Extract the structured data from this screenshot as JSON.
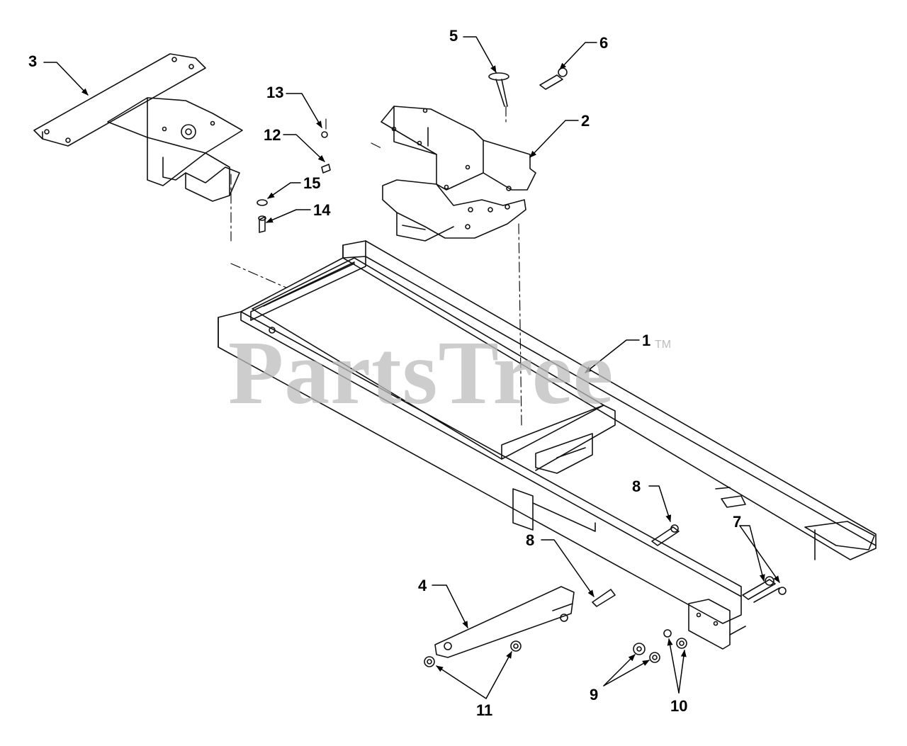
{
  "watermark": {
    "text": "PartsTree",
    "trademark": "TM",
    "color": "#bdbdbd"
  },
  "callouts": {
    "c1": "1",
    "c2": "2",
    "c3": "3",
    "c4": "4",
    "c5": "5",
    "c6": "6",
    "c7": "7",
    "c8a": "8",
    "c8b": "8",
    "c9": "9",
    "c10": "10",
    "c11": "11",
    "c12": "12",
    "c13": "13",
    "c14": "14",
    "c15": "15"
  }
}
